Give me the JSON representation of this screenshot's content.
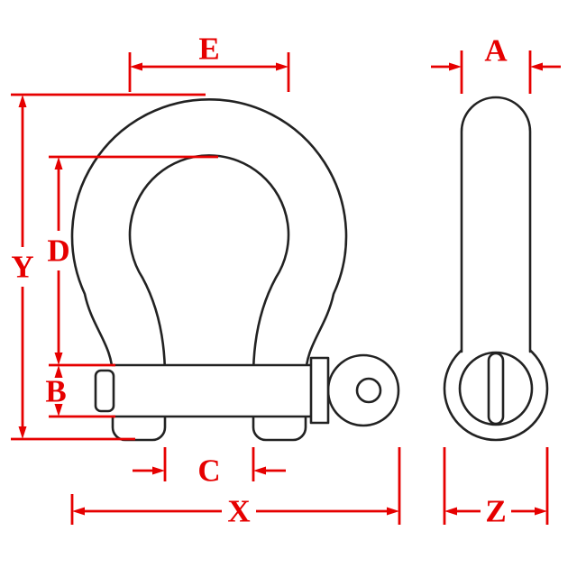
{
  "drawing": {
    "front_view_name": "bow-shackle-front-view",
    "side_view_name": "bow-shackle-side-view"
  },
  "dimensions": {
    "e": {
      "label": "E"
    },
    "a": {
      "label": "A"
    },
    "y": {
      "label": "Y"
    },
    "d": {
      "label": "D"
    },
    "b": {
      "label": "B"
    },
    "c": {
      "label": "C"
    },
    "x": {
      "label": "X"
    },
    "z": {
      "label": "Z"
    }
  },
  "colors": {
    "dimension_lines": "#e60000",
    "part_outline": "#222222",
    "background": "#ffffff"
  }
}
